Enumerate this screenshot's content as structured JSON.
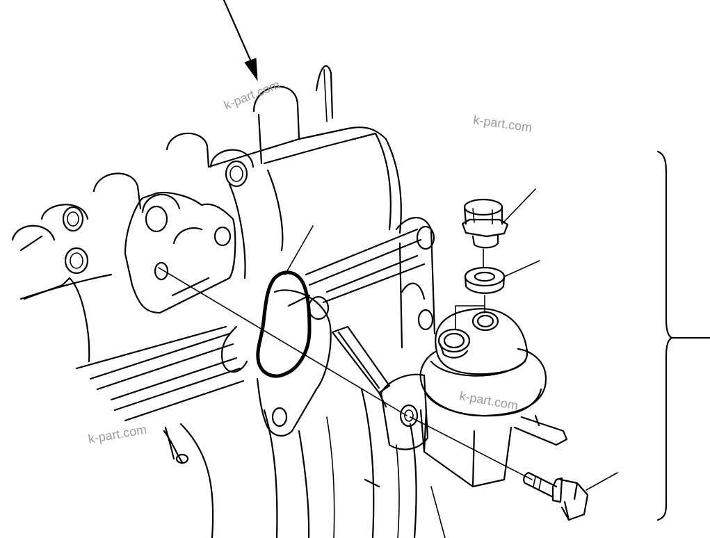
{
  "watermark": {
    "text_1": "k-part.com",
    "text_2": "k-part.com",
    "text_3": "k-part.com",
    "text_4": "k-part.com"
  },
  "colors": {
    "line": "#000000",
    "watermark": "#9a9a9a",
    "background": "#ffffff"
  }
}
